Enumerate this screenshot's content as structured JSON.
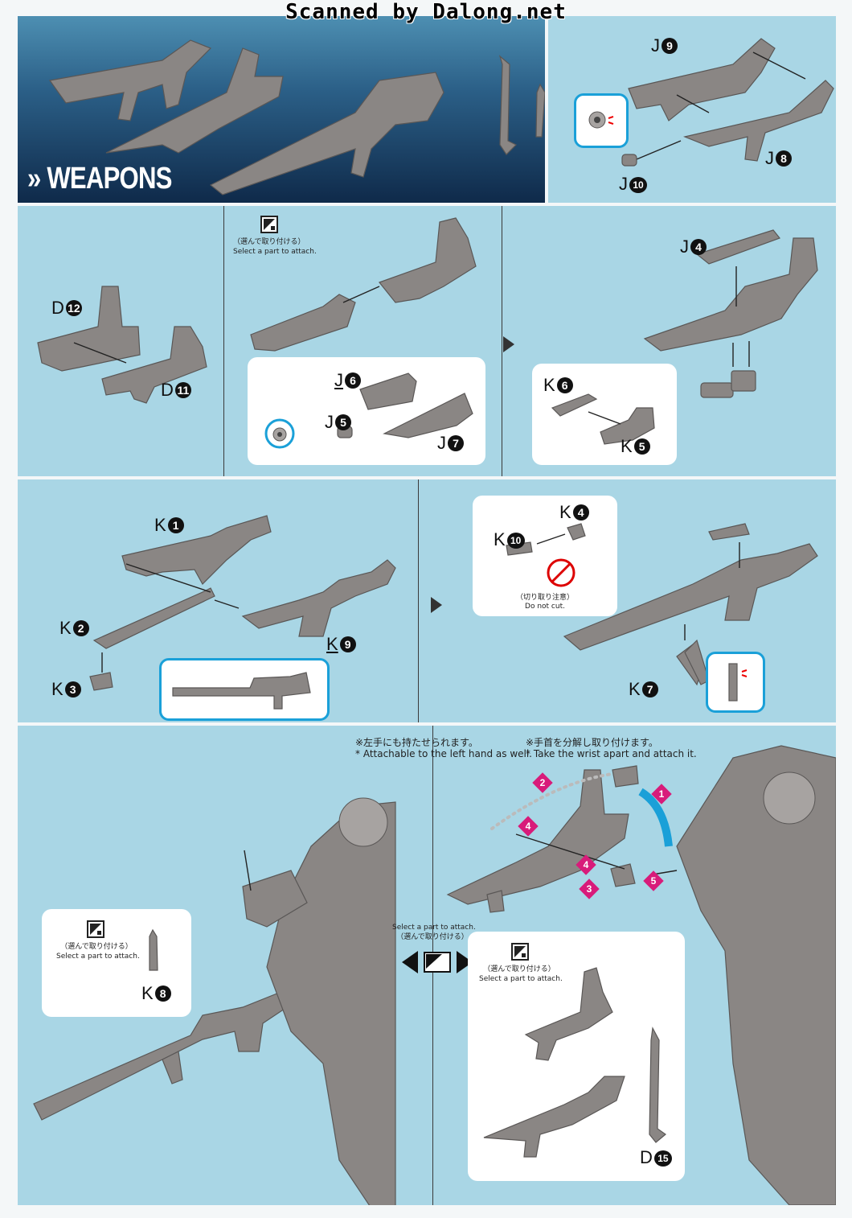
{
  "watermark": "Scanned by Dalong.net",
  "header": {
    "title": "» WEAPONS"
  },
  "parts": {
    "J9": "J",
    "J9n": "9",
    "J8": "J",
    "J8n": "8",
    "J10": "J",
    "J10n": "10",
    "D12": "D",
    "D12n": "12",
    "D11": "D",
    "D11n": "11",
    "J6": "J",
    "J6n": "6",
    "J5": "J",
    "J5n": "5",
    "J7": "J",
    "J7n": "7",
    "J4": "J",
    "J4n": "4",
    "K6": "K",
    "K6n": "6",
    "K5": "K",
    "K5n": "5",
    "K1": "K",
    "K1n": "1",
    "K2": "K",
    "K2n": "2",
    "K3": "K",
    "K3n": "3",
    "K9": "K",
    "K9n": "9",
    "K4": "K",
    "K4n": "4",
    "K10": "K",
    "K10n": "10",
    "K7": "K",
    "K7n": "7",
    "K8": "K",
    "K8n": "8",
    "D15": "D",
    "D15n": "15"
  },
  "notes": {
    "select_jp": "（選んで取り付ける）",
    "select_en": "Select a part to attach.",
    "donotcut_jp": "（切り取り注意）",
    "donotcut_en": "Do not cut.",
    "lefthand_jp": "※左手にも持たせられます。",
    "lefthand_en": "* Attachable to the left hand as well.",
    "wrist_jp": "※手首を分解し取り付けます。",
    "wrist_en": "* Take the wrist apart and attach it.",
    "center_en": "Select a part to attach.",
    "center_jp": "（選んで取り付ける）"
  },
  "steps": [
    "1",
    "2",
    "3",
    "4",
    "4",
    "5"
  ],
  "colors": {
    "panel": "#a9d6e5",
    "callout_border": "#1aa0d8",
    "step": "#d81b7a"
  }
}
